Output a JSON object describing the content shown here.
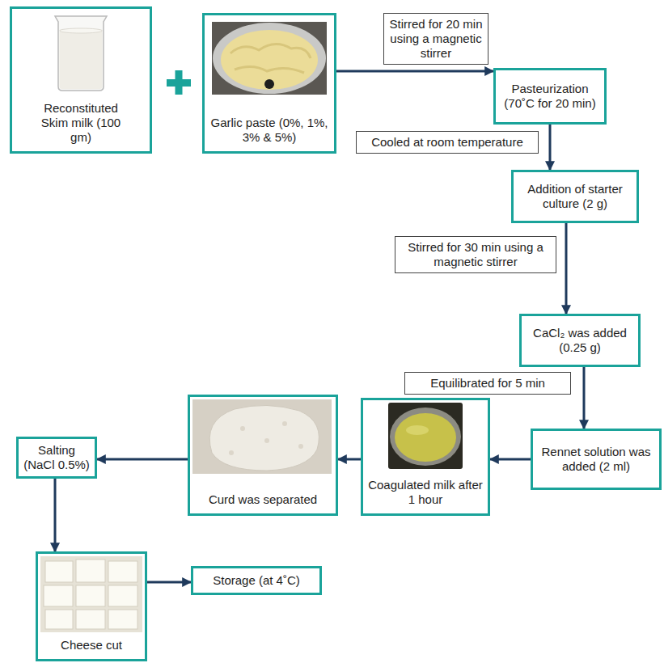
{
  "diagram": {
    "nodes": [
      {
        "text": [
          "Reconstituted Skim milk (100 gm)"
        ]
      },
      {
        "text": [
          "Garlic paste (0%, 1%, 3% & 5%)"
        ]
      },
      {
        "text": [
          "Pasteurization (70˚C for 20 min)"
        ]
      },
      {
        "text": [
          "Addition of starter culture (2 g)"
        ]
      },
      {
        "text": [
          "CaCl₂ was added (0.25 g)"
        ]
      },
      {
        "text": [
          "Rennet solution was added (2 ml)"
        ]
      },
      {
        "text": [
          "Coagulated milk after 1 hour"
        ]
      },
      {
        "text": [
          "Curd was separated"
        ]
      },
      {
        "text": [
          "Salting (NaCl 0.5%)"
        ]
      },
      {
        "text": [
          "Cheese cut"
        ]
      },
      {
        "text": [
          "Storage (at 4˚C)"
        ]
      }
    ],
    "edges": [
      {
        "from": 1,
        "to": 2,
        "arrow": "to",
        "label": "Stirred for 20 min using a magnetic stirrer"
      },
      {
        "from": 2,
        "to": 3,
        "arrow": "to",
        "label": "Cooled at room temperature"
      },
      {
        "from": 3,
        "to": 4,
        "arrow": "to",
        "label": "Stirred for 30 min using a magnetic stirrer"
      },
      {
        "from": 4,
        "to": 5,
        "arrow": "to",
        "label": "Equilibrated for 5 min"
      },
      {
        "from": 5,
        "to": 6,
        "arrow": "to"
      },
      {
        "from": 6,
        "to": 7,
        "arrow": "to"
      },
      {
        "from": 7,
        "to": 8,
        "arrow": "to"
      },
      {
        "from": 8,
        "to": 9,
        "arrow": "to"
      },
      {
        "from": 9,
        "to": 10,
        "arrow": "to"
      }
    ]
  }
}
